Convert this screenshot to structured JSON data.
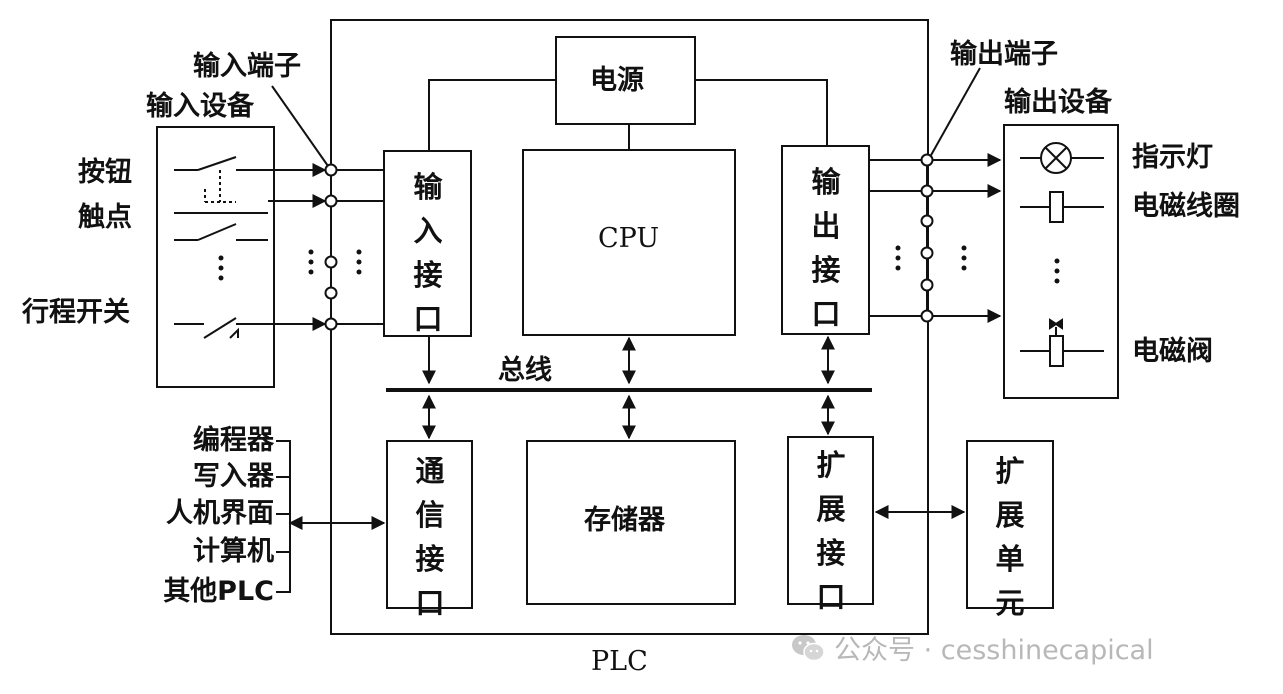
{
  "labels": {
    "input_terminal": "输入端子",
    "input_device": "输入设备",
    "button_contact_line1": "按钮",
    "button_contact_line2": "触点",
    "travel_switch": "行程开关",
    "output_terminal": "输出端子",
    "output_device": "输出设备",
    "indicator_lamp": "指示灯",
    "solenoid_coil": "电磁线圈",
    "solenoid_valve": "电磁阀",
    "power": "电源",
    "cpu": "CPU",
    "bus": "总线",
    "memory": "存储器",
    "plc": "PLC",
    "input_interface": "输入接口",
    "output_interface": "输出接口",
    "comm_interface": "通信接口",
    "expansion_interface": "扩展接口",
    "expansion_unit": "扩展单元",
    "programmer": "编程器",
    "writer": "写入器",
    "hmi": "人机界面",
    "computer": "计算机",
    "other_plc": "其他PLC"
  },
  "watermark": {
    "text": "公众号 · cesshinecapical",
    "icon": "wechat-icon"
  },
  "colors": {
    "line": "#111111",
    "watermark": "#b8b8b8"
  }
}
